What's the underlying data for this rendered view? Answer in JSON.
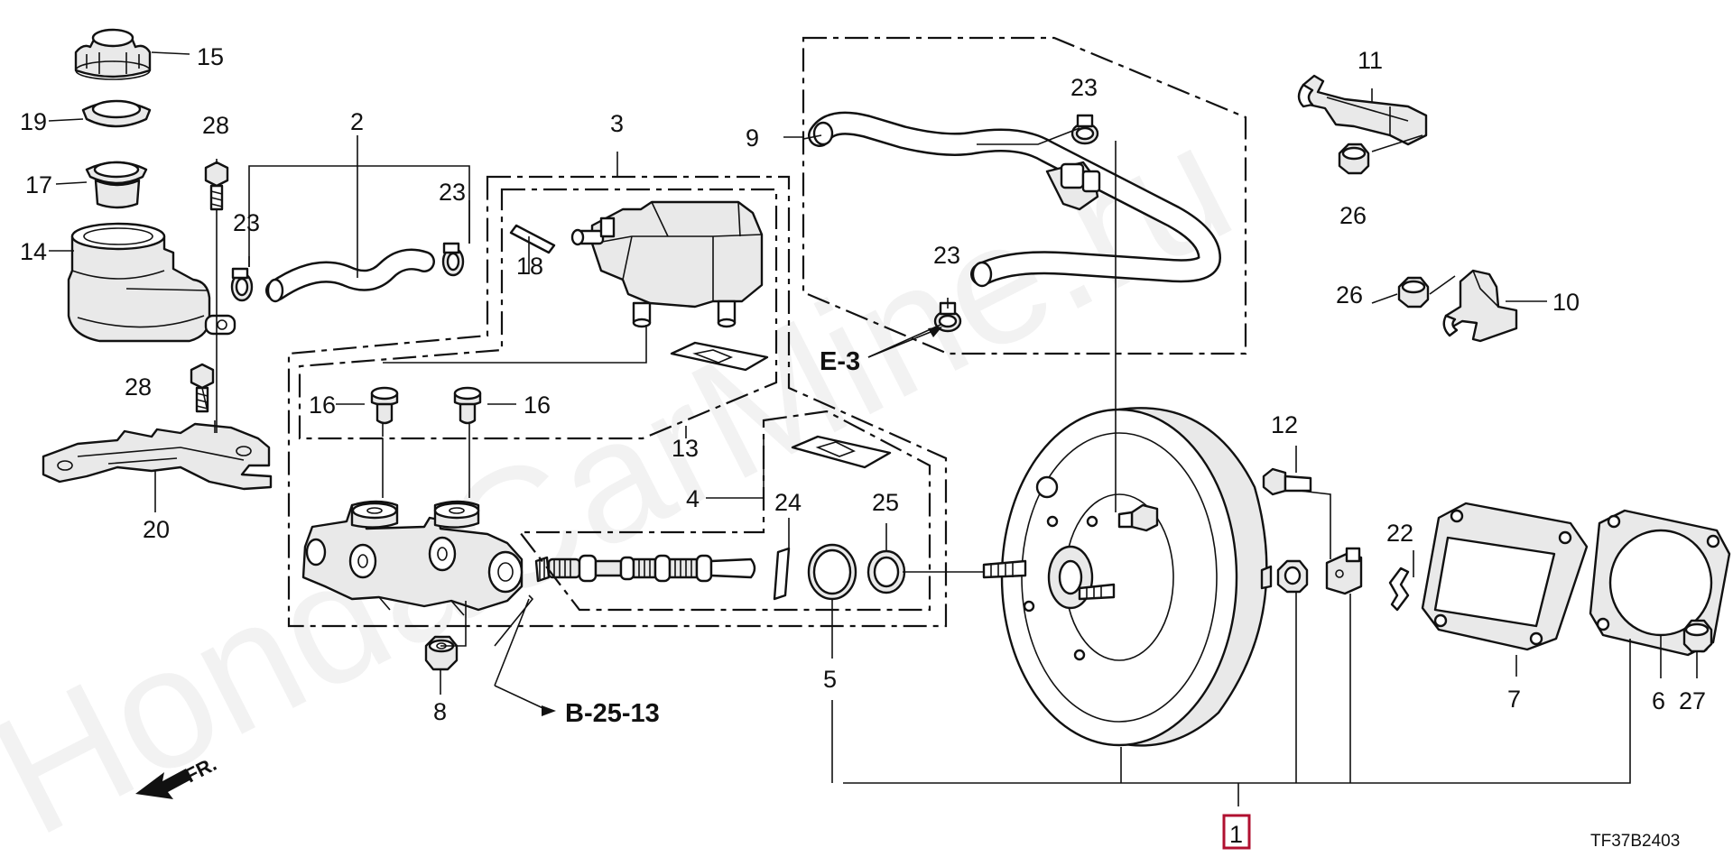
{
  "diagram": {
    "watermark": "HondaCarMine.ru",
    "figure_code": "TF37B2403",
    "front_label": "FR.",
    "references": {
      "e3": "E-3",
      "b2513": "B-25-13"
    },
    "callouts": {
      "n1": "1",
      "n2": "2",
      "n3": "3",
      "n4": "4",
      "n5": "5",
      "n6": "6",
      "n7": "7",
      "n8": "8",
      "n9": "9",
      "n10": "10",
      "n11": "11",
      "n12": "12",
      "n13": "13",
      "n14": "14",
      "n15": "15",
      "n16a": "16",
      "n16b": "16",
      "n17": "17",
      "n18": "18",
      "n19": "19",
      "n20": "20",
      "n22": "22",
      "n23a": "23",
      "n23b": "23",
      "n23c": "23",
      "n23d": "23",
      "n24": "24",
      "n25": "25",
      "n26a": "26",
      "n26b": "26",
      "n27": "27",
      "n28a": "28",
      "n28b": "28"
    },
    "highlight_color": "#b01030"
  }
}
